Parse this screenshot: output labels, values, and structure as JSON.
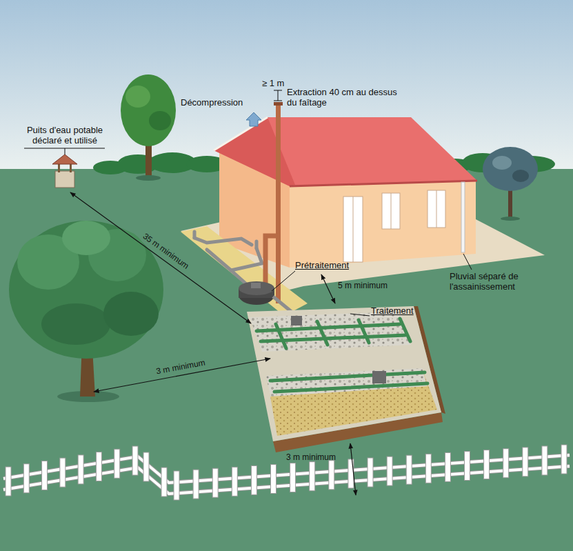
{
  "diagram": {
    "labels": [
      "Puits d'eau potable déclaré et utilisé",
      "Décompression",
      "≥ 1 m",
      "Extraction 40 cm au dessus du faîtage",
      "35 m minimum",
      "Prétraitement",
      "5 m minimum",
      "Pluvial séparé de l'assainissement",
      "Traitement",
      "3 m minimum",
      "3 m minimum"
    ]
  }
}
